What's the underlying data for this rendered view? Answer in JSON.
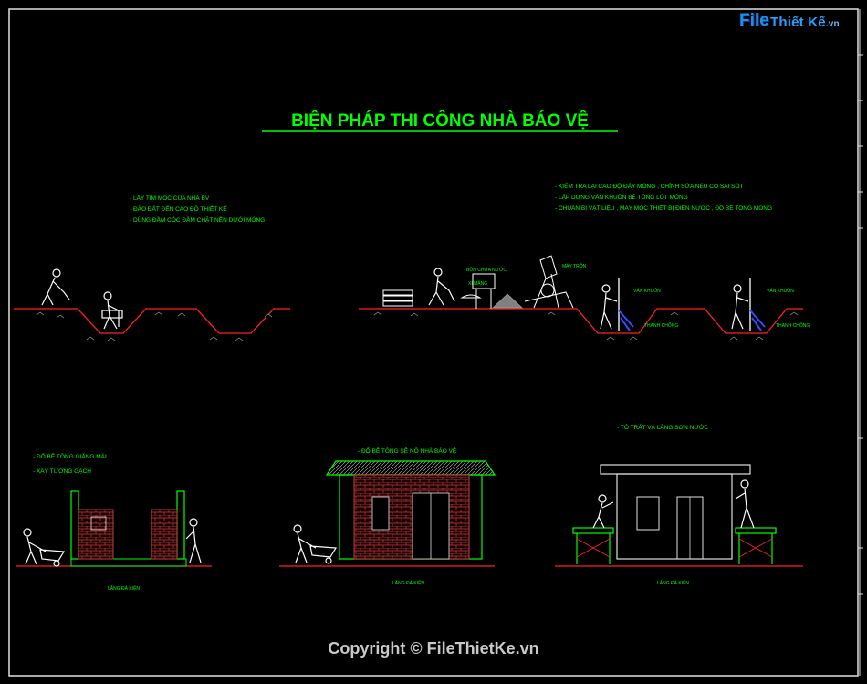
{
  "title": "BIỆN PHÁP THI CÔNG NHÀ BÁO VỆ",
  "logo": {
    "file": "File",
    "rest": "Thiết Kế",
    "vn": ".vn"
  },
  "copyright": "Copyright © FileThietKe.vn",
  "stage1": {
    "notes": [
      "- LẤY TIM MỐC CỦA NHÀ BV",
      "- ĐÀO ĐẤT ĐẾN CAO ĐỘ THIẾT KẾ",
      "- DÙNG ĐẦM CÓC ĐẦM CHẶT NỀN DƯỚI MÓNG"
    ]
  },
  "stage2": {
    "notes": [
      "- KIỂM TRA LẠI CAO ĐỘ ĐÁY MÓNG , CHỈNH SỬA NẾU CÓ SAI SÓT",
      "- LẮP DỰNG VÁN KHUÔN BÊ TÔNG LÓT MÓNG",
      "- CHUẨN BỊ VẬT LIỆU , MÁY MÓC THIẾT BỊ ĐIỆN NƯỚC , ĐỔ BÊ TÔNG MÓNG"
    ],
    "label_water": "BỒN CHỨA NƯỚC",
    "label_water2": "XI MĂNG",
    "label_mixer": "MÁY TRỘN",
    "label_formwork1": "VÁN KHUÔN",
    "label_brace1": "THANH CHỐNG",
    "label_formwork2": "VÁN KHUÔN",
    "label_brace2": "THANH CHỐNG"
  },
  "stage3": {
    "notes": [
      "- ĐỔ BÊ TÔNG GIẰNG MÁI",
      "- XÂY TƯỜNG GẠCH"
    ],
    "label": "LĂNG ĐÁ KIỆN"
  },
  "stage4": {
    "notes": [
      "- ĐỔ BÊ TÔNG SÊ NÔ NHÀ BÁO VỆ"
    ],
    "label": "LĂNG ĐÁ KIỆN"
  },
  "stage5": {
    "notes": [
      "- TÔ TRÁT VÀ LĂNG SƠN NƯỚC"
    ],
    "label": "LĂNG ĐÁ KIỆN"
  },
  "colors": {
    "bg": "#000000",
    "title": "#00ff00",
    "note": "#00ff00",
    "ground": "#ff2020",
    "brick": "#c04040",
    "frame": "#ffffff",
    "blue": "#3050ff",
    "gray": "#a0a0a0"
  }
}
